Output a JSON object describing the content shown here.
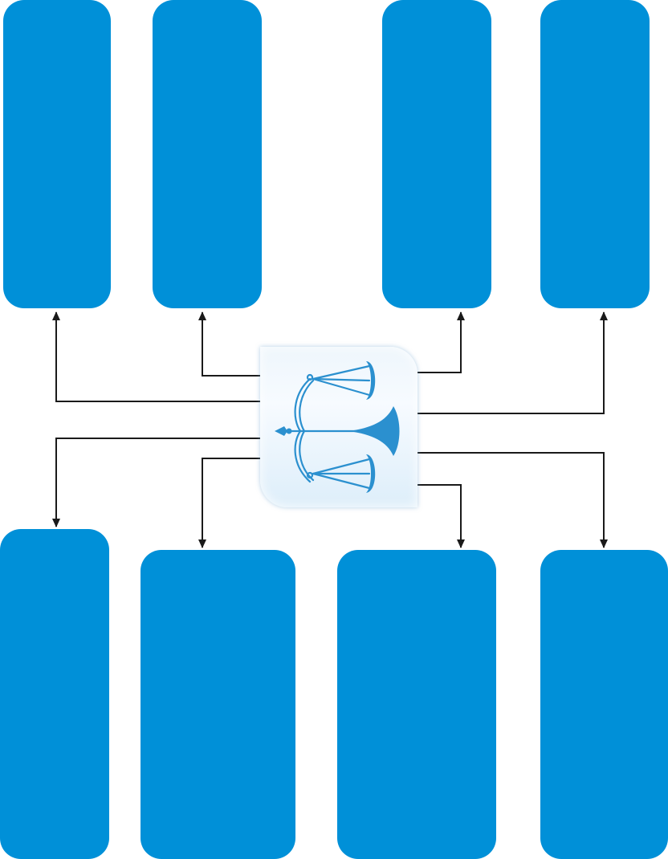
{
  "diagram": {
    "box_color": "#0090d8",
    "line_color": "#1a1a1a",
    "center_icon": "scales-of-justice-icon",
    "center_icon_color": "#2b90cf",
    "center_card_tint": "#eaf4fc",
    "top_boxes": [
      {
        "name": "top-box-1"
      },
      {
        "name": "top-box-2"
      },
      {
        "name": "top-box-3"
      },
      {
        "name": "top-box-4"
      }
    ],
    "bottom_boxes": [
      {
        "name": "bottom-box-1"
      },
      {
        "name": "bottom-box-2"
      },
      {
        "name": "bottom-box-3"
      },
      {
        "name": "bottom-box-4"
      }
    ]
  }
}
